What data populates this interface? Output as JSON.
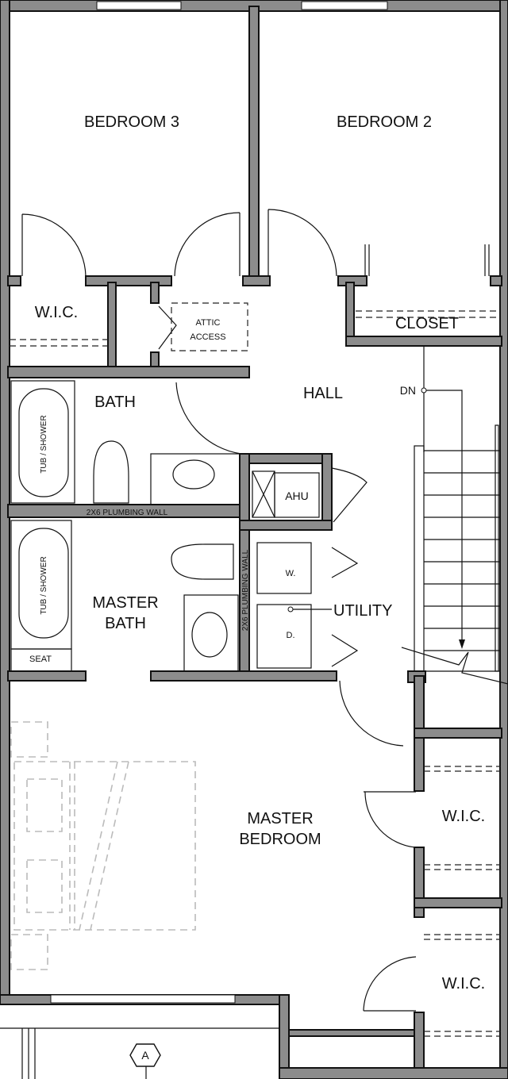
{
  "plan": {
    "rooms": {
      "bedroom3": "BEDROOM 3",
      "bedroom2": "BEDROOM 2",
      "wic_upper": "W.I.C.",
      "attic_line1": "ATTIC",
      "attic_line2": "ACCESS",
      "closet": "CLOSET",
      "hall": "HALL",
      "bath": "BATH",
      "ahu": "AHU",
      "master_bath_line1": "MASTER",
      "master_bath_line2": "BATH",
      "utility": "UTILITY",
      "washer": "W.",
      "dryer": "D.",
      "seat": "SEAT",
      "master_bedroom_line1": "MASTER",
      "master_bedroom_line2": "BEDROOM",
      "wic_mid": "W.I.C.",
      "wic_lower": "W.I.C."
    },
    "fixtures": {
      "tub1": "TUB / SHOWER",
      "tub2": "TUB / SHOWER",
      "plumbing_wall_h": "2X6 PLUMBING WALL",
      "plumbing_wall_v": "2X6 PLUMBING WALL"
    },
    "stair": {
      "direction": "DN",
      "tread_count": 11
    },
    "section_marker": "A"
  }
}
